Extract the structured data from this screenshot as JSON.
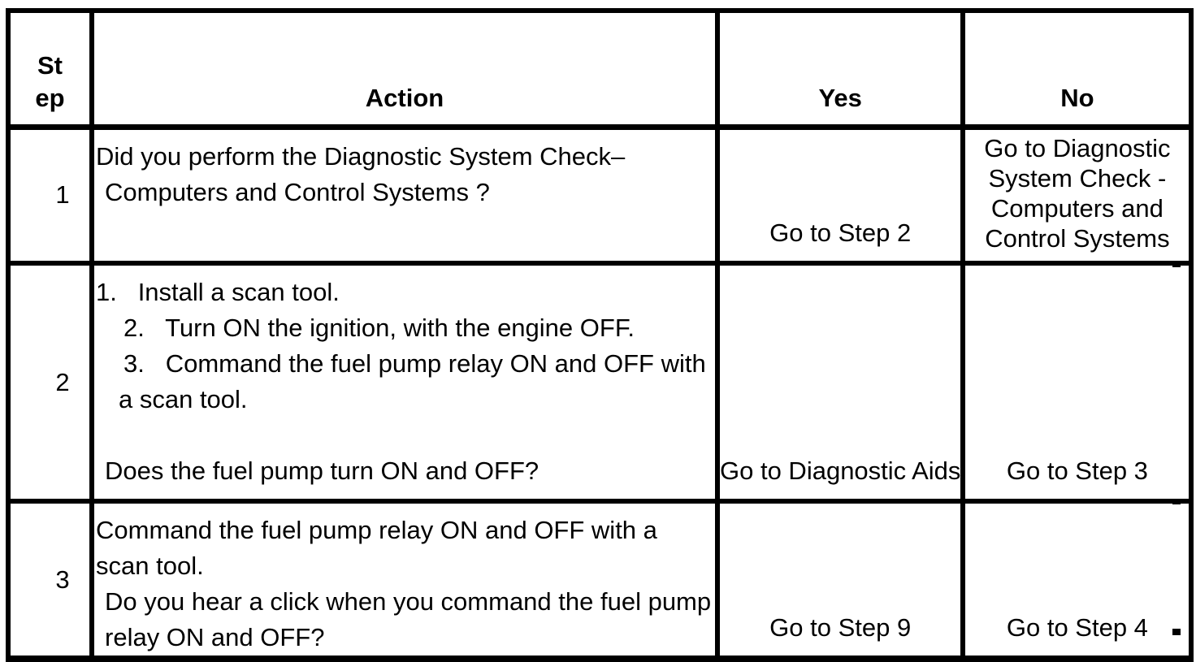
{
  "table": {
    "headers": {
      "step": "St\nep",
      "action": "Action",
      "yes": "Yes",
      "no": "No"
    },
    "rows": [
      {
        "step": "1",
        "action_lines": [
          "Did you perform the Diagnostic System Check–",
          "Computers and Control Systems ?"
        ],
        "yes": "Go to Step 2",
        "no": "Go to Diagnostic System Check - Computers and Control Systems"
      },
      {
        "step": "2",
        "action_lines": [
          "1.   Install a scan tool.",
          "2.   Turn ON the ignition, with the engine OFF.",
          "3.   Command the fuel pump relay ON and OFF with",
          "a scan tool.",
          "Does the fuel pump turn ON and OFF?"
        ],
        "yes": "Go to Diagnostic Aids",
        "no": "Go to Step 3"
      },
      {
        "step": "3",
        "action_lines": [
          "Command the fuel pump relay ON and OFF with a scan tool.",
          "Do you hear a click when you command the fuel pump",
          "relay ON and OFF?"
        ],
        "yes": "Go to Step 9",
        "no": "Go to Step 4"
      }
    ]
  }
}
